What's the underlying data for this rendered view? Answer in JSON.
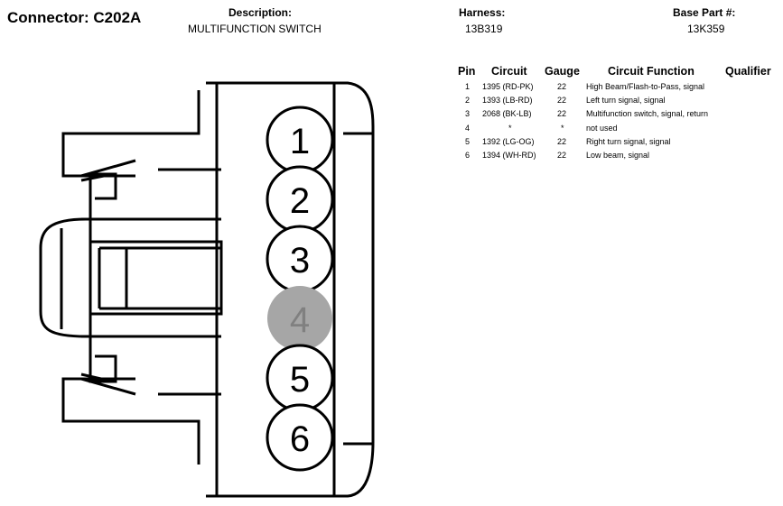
{
  "header": {
    "connector": "Connector: C202A",
    "description_label": "Description:",
    "description": "MULTIFUNCTION SWITCH",
    "harness_label": "Harness:",
    "harness": "13B319",
    "base_part_label": "Base Part #:",
    "base_part": "13K359"
  },
  "table": {
    "headers": {
      "pin": "Pin",
      "circuit": "Circuit",
      "gauge": "Gauge",
      "function": "Circuit Function",
      "qualifier": "Qualifier"
    },
    "rows": [
      {
        "pin": "1",
        "circuit": "1395 (RD-PK)",
        "gauge": "22",
        "function": "High Beam/Flash-to-Pass, signal"
      },
      {
        "pin": "2",
        "circuit": "1393 (LB-RD)",
        "gauge": "22",
        "function": "Left turn signal, signal"
      },
      {
        "pin": "3",
        "circuit": "2068 (BK-LB)",
        "gauge": "22",
        "function": "Multifunction switch, signal, return"
      },
      {
        "pin": "4",
        "circuit": "*",
        "gauge": "*",
        "function": "not used"
      },
      {
        "pin": "5",
        "circuit": "1392 (LG-OG)",
        "gauge": "22",
        "function": "Right turn signal, signal"
      },
      {
        "pin": "6",
        "circuit": "1394 (WH-RD)",
        "gauge": "22",
        "function": "Low beam, signal"
      }
    ]
  },
  "diagram": {
    "pins": [
      {
        "label": "1",
        "used": true
      },
      {
        "label": "2",
        "used": true
      },
      {
        "label": "3",
        "used": true
      },
      {
        "label": "4",
        "used": false
      },
      {
        "label": "5",
        "used": true
      },
      {
        "label": "6",
        "used": true
      }
    ],
    "unused_pin_color": "#a6a6a6",
    "unused_pin_text_color": "#808080",
    "line_color": "#000000"
  }
}
